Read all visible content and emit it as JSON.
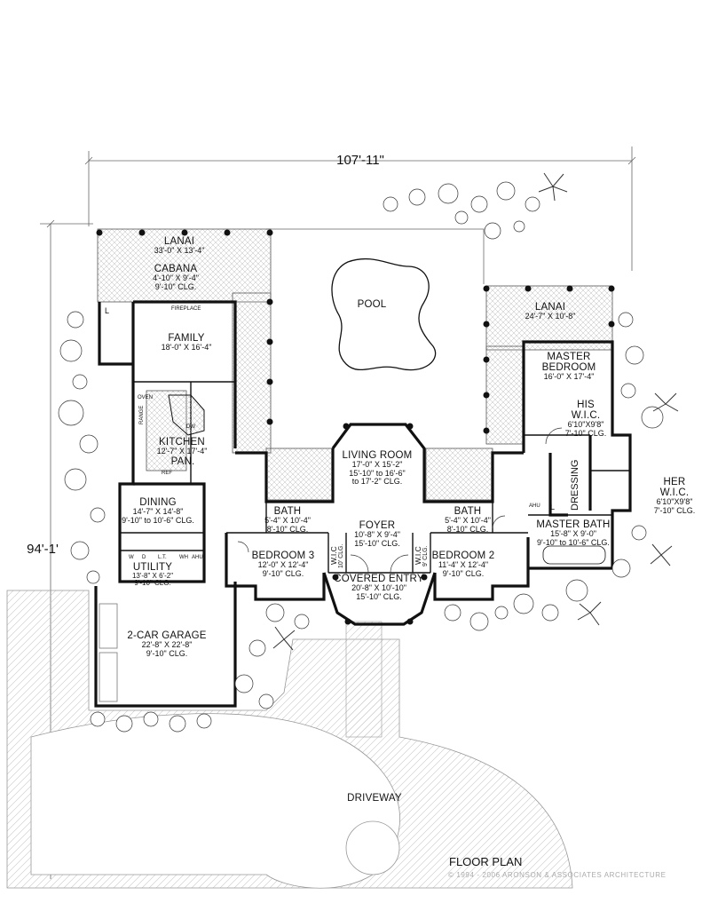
{
  "dimensions": {
    "width": "107'-11\"",
    "depth": "94'-1'"
  },
  "rooms": {
    "lanai_left": {
      "name": "LANAI",
      "dims": "33'-0\" X 13'-4\""
    },
    "cabana": {
      "name": "CABANA",
      "dims": "4'-10\" X 9'-4\"",
      "clg": "9'-10\" CLG."
    },
    "family": {
      "name": "FAMILY",
      "dims": "18'-0\" X 16'-4\""
    },
    "kitchen": {
      "name": "KITCHEN",
      "dims": "12'-7\" X 17'-4\""
    },
    "pantry": {
      "name": "PAN."
    },
    "dining": {
      "name": "DINING",
      "dims": "14'-7\" X 14'-8\"",
      "clg": "9'-10\" to 10'-6\" CLG."
    },
    "utility": {
      "name": "UTILITY",
      "dims": "13'-8\" X 6'-2\"",
      "clg": "9'-10\" CLG."
    },
    "garage": {
      "name": "2-CAR GARAGE",
      "dims": "22'-8\" X 22'-8\"",
      "clg": "9'-10\" CLG."
    },
    "pool": {
      "name": "POOL"
    },
    "living": {
      "name": "LIVING ROOM",
      "dims": "17'-0\" X 15'-2\"",
      "clg1": "15'-10\" to 16'-6\"",
      "clg2": "to 17'-2\" CLG."
    },
    "bath_left": {
      "name": "BATH",
      "dims": "5'-4\" X 10'-4\"",
      "clg": "8'-10\" CLG."
    },
    "bath_right": {
      "name": "BATH",
      "dims": "5'-4\" X 10'-4\"",
      "clg": "8'-10\" CLG."
    },
    "foyer": {
      "name": "FOYER",
      "dims": "10'-8\" X 9'-4\"",
      "clg": "15'-10\" CLG."
    },
    "bedroom3": {
      "name": "BEDROOM 3",
      "dims": "12'-0\" X 12'-4\"",
      "clg": "9'-10\" CLG."
    },
    "bedroom2": {
      "name": "BEDROOM 2",
      "dims": "11'-4\" X 12'-4\"",
      "clg": "9'-10\" CLG."
    },
    "wic_left": {
      "name": "W.I.C",
      "clg": "10' CLG."
    },
    "wic_right": {
      "name": "W.I.C",
      "clg": "9' CLG."
    },
    "covered_entry": {
      "name": "COVERED ENTRY",
      "dims": "20'-8\" X 10'-10\"",
      "clg": "15'-10\" CLG."
    },
    "lanai_right": {
      "name": "LANAI",
      "dims": "24'-7\" X 10'-8\""
    },
    "master_bedroom": {
      "name1": "MASTER",
      "name2": "BEDROOM",
      "dims": "16'-0\" X 17'-4\""
    },
    "his_wic": {
      "name1": "HIS",
      "name2": "W.I.C.",
      "dims": "6'10\"X9'8\"",
      "clg": "7'-10\" CLG."
    },
    "dressing": {
      "name": "DRESSING"
    },
    "her_wic": {
      "name1": "HER",
      "name2": "W.I.C.",
      "dims": "6'10\"X9'8\"",
      "clg": "7'-10\" CLG."
    },
    "master_bath": {
      "name": "MASTER BATH",
      "dims": "15'-8\" X 9'-0\"",
      "clg": "9'-10\" to 10'-6\" CLG."
    },
    "driveway": {
      "name": "DRIVEWAY"
    }
  },
  "fixtures": {
    "fireplace": "FIREPLACE",
    "oven": "OVEN",
    "range": "RANGE",
    "dw": "DW",
    "ref": "REF",
    "ahu": "AHU",
    "l": "L",
    "w": "W",
    "d": "D",
    "lt": "L.T.",
    "wh": "WH"
  },
  "footer": {
    "title": "FLOOR PLAN",
    "copyright": "© 1994 - 2006 ARONSON & ASSOCIATES ARCHITECTURE"
  }
}
